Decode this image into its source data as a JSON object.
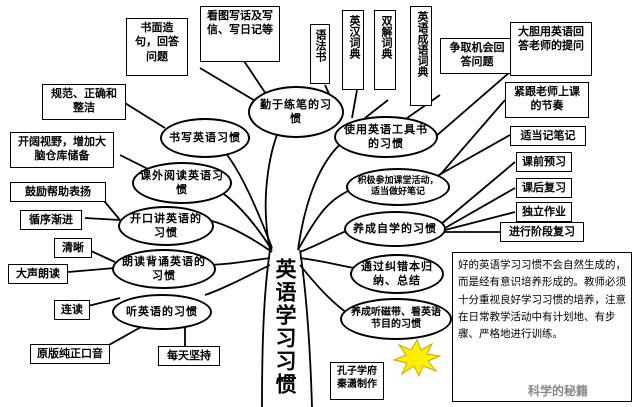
{
  "trunk": "英语学习习惯",
  "author": "孔子学府秦潇制作",
  "watermark": "科学的秘籍",
  "left_branches": [
    {
      "title": "勤于练笔的习惯",
      "details": [
        "书面造句，回答问题",
        "看图写话及写信、写日记等"
      ]
    },
    {
      "title": "书写英语习惯",
      "details": [
        "规范、正确和整洁"
      ]
    },
    {
      "title": "课外阅读英语习惯",
      "details": [
        "开阔视野，增加大脑仓库储备"
      ]
    },
    {
      "title": "开口讲英语的习惯",
      "details": [
        "鼓励帮助表扬",
        "循序渐进"
      ]
    },
    {
      "title": "朗读背诵英语的习惯",
      "details": [
        "清晰",
        "大声朗读",
        "连读"
      ]
    },
    {
      "title": "听英语的习惯",
      "details": [
        "原版纯正口音",
        "每天坚持"
      ]
    }
  ],
  "right_branches": [
    {
      "title": "使用英语工具书的习惯",
      "details": [
        "语法书",
        "英汉词典",
        "双解词典",
        "英语成语词典"
      ]
    },
    {
      "title": "积极参加课堂活动，适当做好笔记",
      "details": [
        "争取机会回答问题",
        "大胆用英语回答老师的提问",
        "紧跟老师上课的节奏",
        "适当记笔记"
      ]
    },
    {
      "title": "养成自学的习惯",
      "details": [
        "课前预习",
        "课后复习",
        "独立作业",
        "进行阶段复习"
      ]
    },
    {
      "title": "通过纠错本归纳、总结",
      "details": []
    },
    {
      "title": "养成听磁带、看英语节目的习惯",
      "details": []
    }
  ],
  "note": "好的英语学习习惯不会自然生成的，而是经有意识培养形成的。教师必须十分重视良好学习习惯的培养，注意在日常教学活动中有计划地、有步骤、严格地进行训练。"
}
